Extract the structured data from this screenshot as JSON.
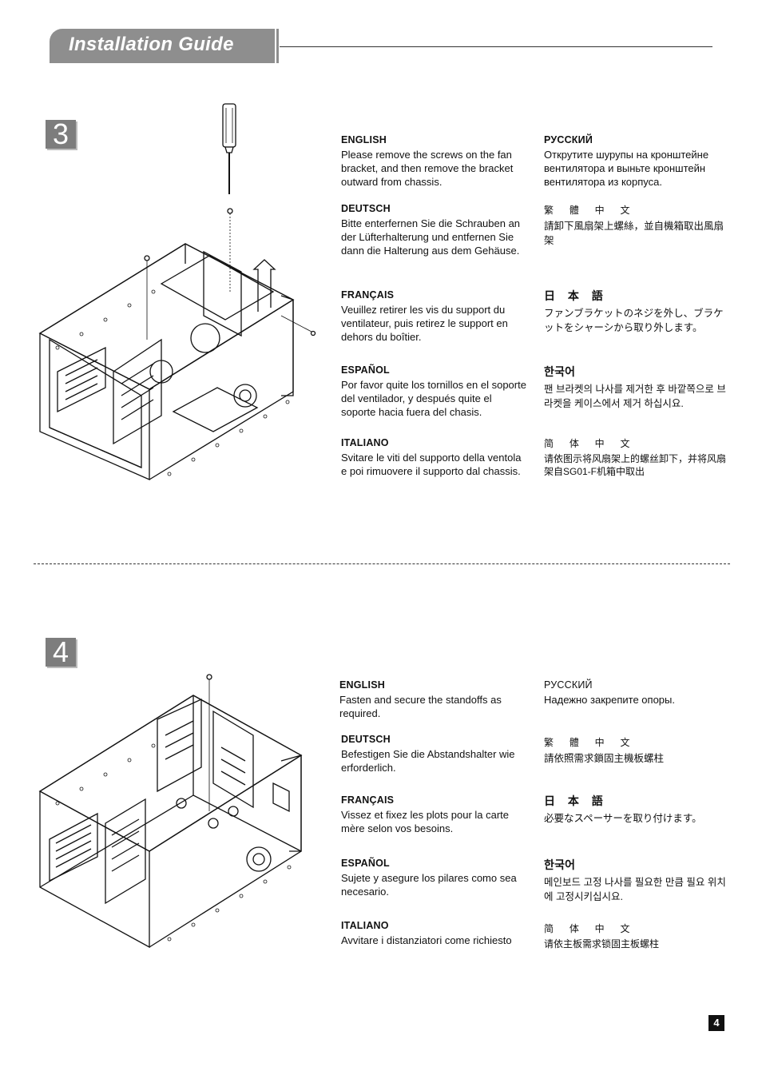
{
  "header": {
    "title": "Installation Guide"
  },
  "steps": [
    {
      "number": "3",
      "languages": {
        "english": {
          "title": "ENGLISH",
          "body": "Please remove the screws on the fan bracket, and then remove the bracket outward from chassis."
        },
        "deutsch": {
          "title": "DEUTSCH",
          "body": "Bitte enterfernen Sie die Schrauben an der Lüfterhalterung und entfernen Sie dann die Halterung aus dem Gehäuse."
        },
        "francais": {
          "title": "FRANÇAIS",
          "body": "Veuillez retirer les vis du support du ventilateur, puis retirez le support en dehors du boîtier."
        },
        "espanol": {
          "title": "ESPAÑOL",
          "body": "Por favor quite los tornillos en el soporte del ventilador, y después quite el soporte hacia fuera del chasis."
        },
        "italiano": {
          "title": "ITALIANO",
          "body": "Svitare le viti del supporto della ventola e poi rimuovere il supporto dal chassis."
        },
        "russian": {
          "title": "РУССКИЙ",
          "body": "Открутите шурупы на кронштейне вентилятора и выньте кронштейн вентилятора из корпуса."
        },
        "trad_chinese": {
          "title": "繁 體 中 文",
          "body": "請卸下風扇架上螺絲，並自機箱取出風扇架"
        },
        "japanese": {
          "title": "日 本 語",
          "body": "ファンブラケットのネジを外し、ブラケットをシャーシから取り外します。"
        },
        "korean": {
          "title": "한국어",
          "body": "팬 브라켓의 나사를 제거한 후 바깥쪽으로 브라켓을 케이스에서 제거 하십시요."
        },
        "simp_chinese": {
          "title": "简 体 中 文",
          "body": "请依图示将风扇架上的螺丝卸下，并将风扇架自SG01-F机箱中取出"
        }
      }
    },
    {
      "number": "4",
      "languages": {
        "english": {
          "title": "ENGLISH",
          "body": "Fasten and secure the standoffs as required."
        },
        "deutsch": {
          "title": "DEUTSCH",
          "body": "Befestigen Sie die Abstandshalter wie erforderlich."
        },
        "francais": {
          "title": "FRANÇAIS",
          "body": "Vissez et fixez les plots pour la carte mère selon vos besoins."
        },
        "espanol": {
          "title": "ESPAÑOL",
          "body": "Sujete y asegure los pilares como sea necesario."
        },
        "italiano": {
          "title": "ITALIANO",
          "body": "Avvitare i distanziatori come richiesto"
        },
        "russian": {
          "title": "РУССКИЙ",
          "body": "Надежно закрепите опоры."
        },
        "trad_chinese": {
          "title": "繁 體 中 文",
          "body": "請依照需求鎖固主機板螺柱"
        },
        "japanese": {
          "title": "日 本 語",
          "body": "必要なスペーサーを取り付けます。"
        },
        "korean": {
          "title": "한국어",
          "body": "메인보드 고정 나사를 필요한 만큼 필요 위치에 고정시키십시요."
        },
        "simp_chinese": {
          "title": "简 体 中 文",
          "body": "请依主板需求锁固主板螺柱"
        }
      }
    }
  ],
  "page_number": "4"
}
